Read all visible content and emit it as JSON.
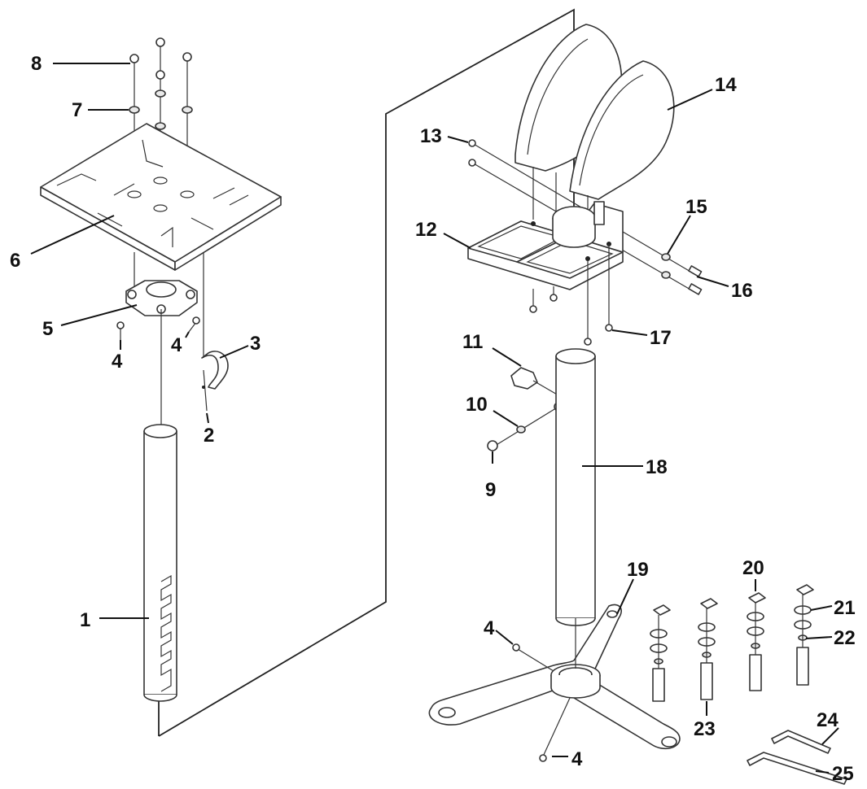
{
  "callouts": {
    "c1": "1",
    "c2": "2",
    "c3": "3",
    "c4a": "4",
    "c4b": "4",
    "c4c": "4",
    "c4d": "4",
    "c5": "5",
    "c6": "6",
    "c7": "7",
    "c8": "8",
    "c9": "9",
    "c10": "10",
    "c11": "11",
    "c12": "12",
    "c13": "13",
    "c14": "14",
    "c15": "15",
    "c16": "16",
    "c17": "17",
    "c18": "18",
    "c19": "19",
    "c20": "20",
    "c21": "21",
    "c22": "22",
    "c23": "23",
    "c24": "24",
    "c25": "25"
  }
}
